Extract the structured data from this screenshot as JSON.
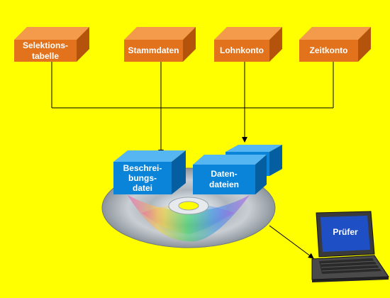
{
  "boxes": {
    "selection_table": "Selektions-\ntabelle",
    "master_data": "Stammdaten",
    "payroll_account": "Lohnkonto",
    "time_account": "Zeitkonto",
    "description_file": "Beschrei-\nbungs-\ndatei",
    "data_files": "Daten-\ndateien"
  },
  "laptop": {
    "screen_label": "Prüfer"
  },
  "colors": {
    "background": "#ffff00",
    "orange_box_front": "#e2721b",
    "orange_box_top": "#f39b4b",
    "orange_box_side": "#b4530c",
    "blue_box_front": "#0a84d8",
    "blue_box_top": "#55b6f2",
    "blue_box_side": "#055e9f",
    "connector": "#000000"
  },
  "icons": {
    "disc": "cd-disc-icon",
    "laptop": "laptop-icon"
  }
}
